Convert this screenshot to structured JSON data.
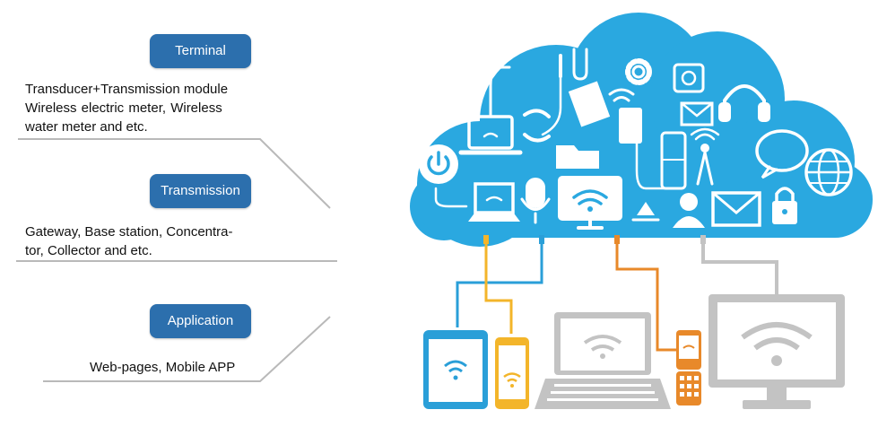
{
  "layers": [
    {
      "label": "Terminal",
      "lines": [
        "Transducer+Transmission module",
        "Wireless electric meter, Wireless",
        "water meter and etc."
      ]
    },
    {
      "label": "Transmission",
      "lines": [
        "Gateway, Base station, Concentra-",
        "tor, Collector and etc."
      ]
    },
    {
      "label": "Application",
      "lines": [
        "Web-pages, Mobile APP"
      ]
    }
  ],
  "colors": {
    "pill": "#2c6fad",
    "cloud": "#2aa8e0",
    "device_gray": "#c3c3c3",
    "wire_blue": "#2a9fd8",
    "wire_orange": "#e8892a",
    "wire_yellow": "#f3b52a"
  },
  "icons": [
    "power-icon",
    "laptop-icon",
    "microphone-icon",
    "wifi-monitor-icon",
    "recycle-icon",
    "user-icon",
    "envelope-icon",
    "lock-icon",
    "globe-icon",
    "signal-tower-icon",
    "speech-bubble-icon",
    "headphones-icon",
    "gear-icon",
    "paperclip-icon",
    "document-icon",
    "folder-icon",
    "camera-icon",
    "refresh-icon",
    "phone-icon",
    "tablet-icon",
    "plug-icon"
  ]
}
